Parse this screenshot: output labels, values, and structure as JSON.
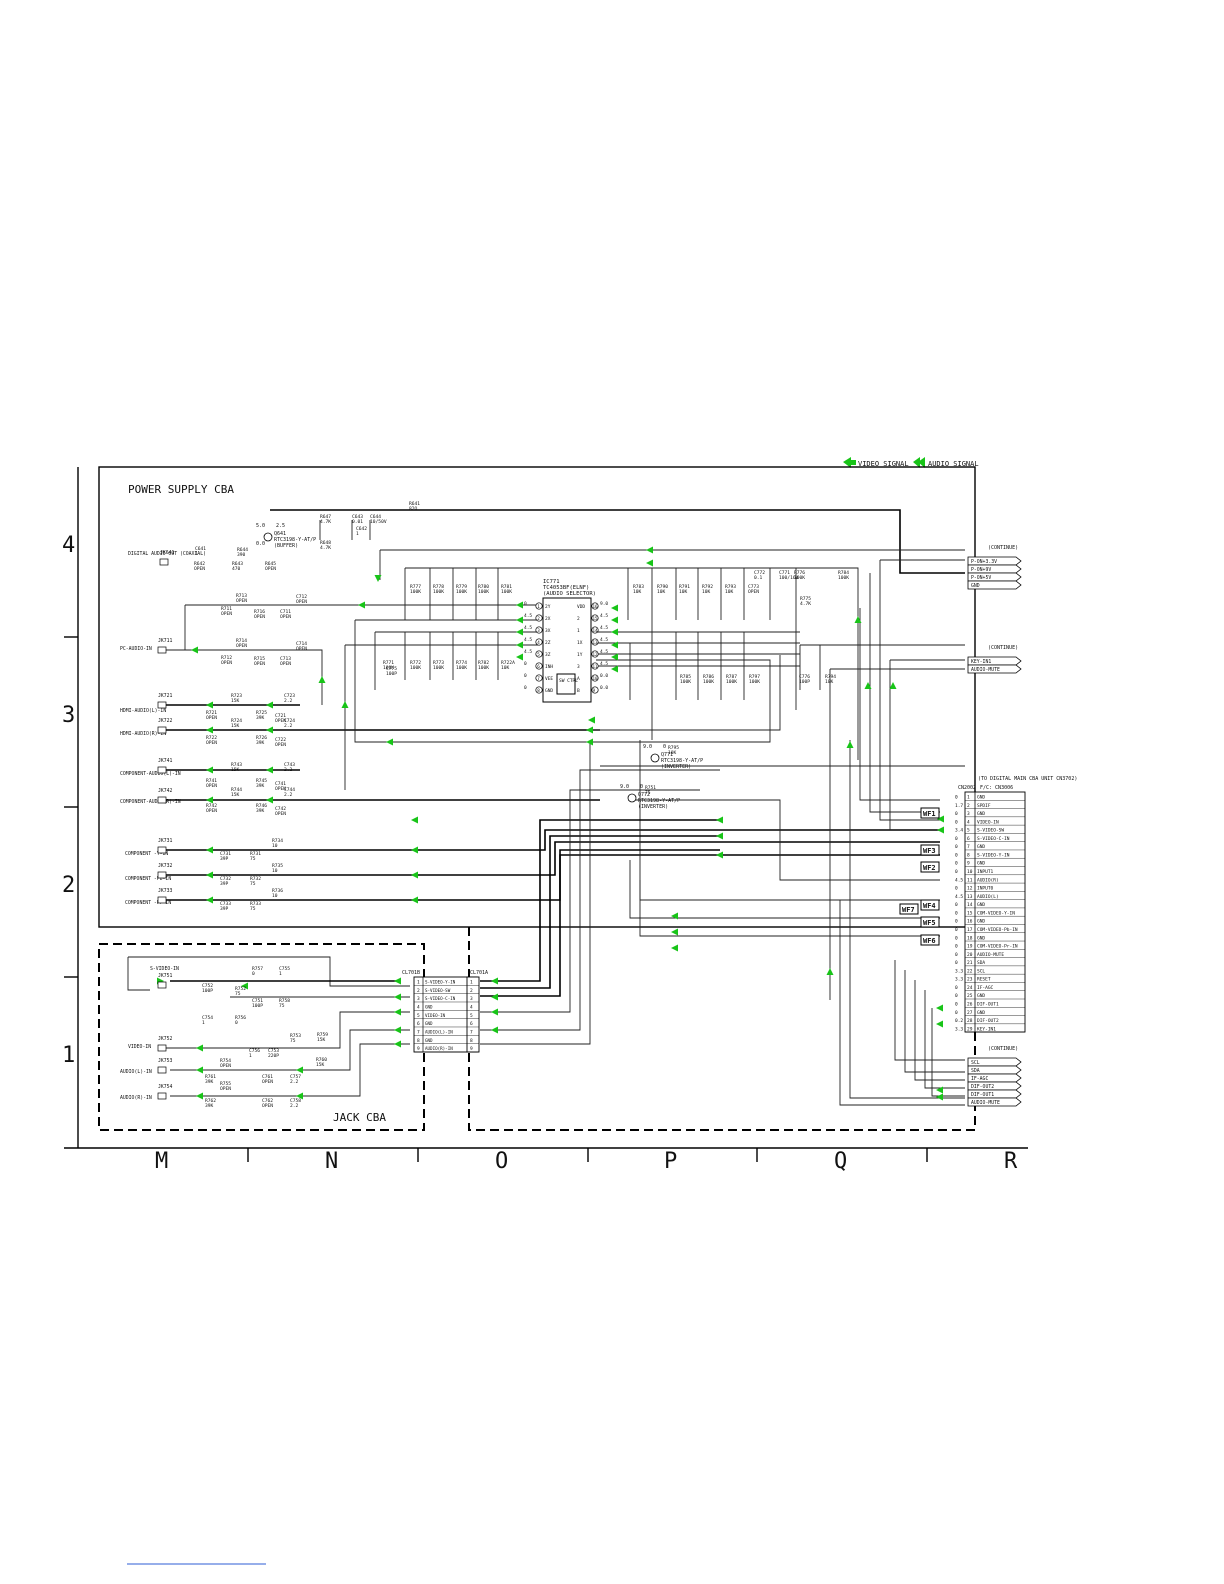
{
  "legend": {
    "video": "VIDEO SIGNAL",
    "audio": "AUDIO SIGNAL"
  },
  "sections": {
    "power_supply": "POWER SUPPLY CBA",
    "jack": "JACK CBA"
  },
  "grid": {
    "rows": [
      "4",
      "3",
      "2",
      "1"
    ],
    "columns": [
      "M",
      "N",
      "O",
      "P",
      "Q",
      "R"
    ]
  },
  "ics": {
    "ic771": {
      "ref": "IC771",
      "part": "TC4053BF(ELNF)",
      "function": "(AUDIO SELECTOR)"
    },
    "switch": "SW CTRL",
    "pins_left": [
      "2Y",
      "2X",
      "3X",
      "2Z",
      "3Z",
      "INH",
      "VEE",
      "GND"
    ],
    "pins_right": [
      "VDD",
      "2",
      "1",
      "1X",
      "1Y",
      "3",
      "A",
      "B"
    ],
    "left_nums": [
      "1",
      "2",
      "3",
      "4",
      "5",
      "6",
      "7",
      "8"
    ],
    "right_nums": [
      "16",
      "15",
      "14",
      "13",
      "12",
      "11",
      "10",
      "9"
    ],
    "left_volts": [
      "0",
      "4.5",
      "4.5",
      "4.5",
      "4.5",
      "0",
      "0",
      "0"
    ],
    "right_volts": [
      "9.0",
      "4.5",
      "4.5",
      "4.5",
      "4.5",
      "4.5",
      "0.0",
      "0.0"
    ]
  },
  "transistors": [
    {
      "ref": "Q641",
      "part": "RTC3198-Y-AT/P",
      "note": "(BUFFER)",
      "v1": "5.0",
      "v2": "2.5",
      "v3": "0.0"
    },
    {
      "ref": "Q771",
      "part": "RTC3198-Y-AT/P",
      "note": "(INVERTER)",
      "v1": "9.0",
      "v2": "0"
    },
    {
      "ref": "Q772",
      "part": "RTC3198-Y-AT/P",
      "note": "(INVERTER)",
      "v1": "9.0",
      "v2": "0"
    }
  ],
  "jacks": [
    {
      "ref": "JK641",
      "label": "DIGITAL AUDIO OUT (COAXIAL)"
    },
    {
      "ref": "JK711",
      "label": "PC-AUDIO-IN"
    },
    {
      "ref": "JK721",
      "label": "HDMI-AUDIO(L)-IN"
    },
    {
      "ref": "JK722",
      "label": "HDMI-AUDIO(R)-IN"
    },
    {
      "ref": "JK741",
      "label": "COMPONENT-AUDIO(L)-IN"
    },
    {
      "ref": "JK742",
      "label": "COMPONENT-AUDIO(R)-IN"
    },
    {
      "ref": "JK731",
      "label": "COMPONENT -Y-IN"
    },
    {
      "ref": "JK732",
      "label": "COMPONENT -Pb-IN"
    },
    {
      "ref": "JK733",
      "label": "COMPONENT -Pr-IN"
    },
    {
      "ref": "JK751",
      "label": "S-VIDEO-IN"
    },
    {
      "ref": "JK752",
      "label": "VIDEO-IN"
    },
    {
      "ref": "JK753",
      "label": "AUDIO(L)-IN"
    },
    {
      "ref": "JK754",
      "label": "AUDIO(R)-IN"
    }
  ],
  "power1": {
    "title": "(CONTINUE) POWER 1",
    "pins": [
      "P-ON+3.3V",
      "P-ON+9V",
      "P-ON+5V",
      "GND"
    ]
  },
  "power4": {
    "title": "(CONTINUE) POWER 4",
    "pins": [
      "KEY-IN1",
      "AUDIO-MUTE"
    ]
  },
  "power2": {
    "title": "(CONTINUE) POWER 2",
    "pins": [
      "SCL",
      "SDA",
      "IF-AGC",
      "DIF-OUT2",
      "DIF-OUT1",
      "AUDIO-MUTE"
    ]
  },
  "cn_main": {
    "title": "(TO DIGITAL MAIN CBA UNIT CN3702)",
    "ref": "CN2002",
    "sub": "F/C: CN3006",
    "pins": [
      {
        "n": "1",
        "s": "GND",
        "v": "0"
      },
      {
        "n": "2",
        "s": "SPDIF",
        "v": "1.7"
      },
      {
        "n": "3",
        "s": "GND",
        "v": "0"
      },
      {
        "n": "4",
        "s": "VIDEO-IN",
        "v": "0"
      },
      {
        "n": "5",
        "s": "S-VIDEO-SW",
        "v": "3.4"
      },
      {
        "n": "6",
        "s": "S-VIDEO-C-IN",
        "v": "0"
      },
      {
        "n": "7",
        "s": "GND",
        "v": "0"
      },
      {
        "n": "8",
        "s": "S-VIDEO-Y-IN",
        "v": "0"
      },
      {
        "n": "9",
        "s": "GND",
        "v": "0"
      },
      {
        "n": "10",
        "s": "INPUT1",
        "v": "0"
      },
      {
        "n": "11",
        "s": "AUDIO(R)",
        "v": "4.5"
      },
      {
        "n": "12",
        "s": "INPUT0",
        "v": "0"
      },
      {
        "n": "13",
        "s": "AUDIO(L)",
        "v": "4.5"
      },
      {
        "n": "14",
        "s": "GND",
        "v": "0"
      },
      {
        "n": "15",
        "s": "COM-VIDEO-Y-IN",
        "v": "0"
      },
      {
        "n": "16",
        "s": "GND",
        "v": "0"
      },
      {
        "n": "17",
        "s": "COM-VIDEO-Pb-IN",
        "v": "0"
      },
      {
        "n": "18",
        "s": "GND",
        "v": "0"
      },
      {
        "n": "19",
        "s": "COM-VIDEO-Pr-IN",
        "v": "0"
      },
      {
        "n": "20",
        "s": "AUDIO-MUTE",
        "v": "0"
      },
      {
        "n": "21",
        "s": "SDA",
        "v": "0"
      },
      {
        "n": "22",
        "s": "SCL",
        "v": "3.3"
      },
      {
        "n": "23",
        "s": "RESET",
        "v": "3.3"
      },
      {
        "n": "24",
        "s": "IF-AGC",
        "v": "0"
      },
      {
        "n": "25",
        "s": "GND",
        "v": "0"
      },
      {
        "n": "26",
        "s": "DIF-OUT1",
        "v": "0"
      },
      {
        "n": "27",
        "s": "GND",
        "v": "0"
      },
      {
        "n": "28",
        "s": "DIF-OUT2",
        "v": "0.2"
      },
      {
        "n": "29",
        "s": "KEY-IN1",
        "v": "3.3"
      }
    ]
  },
  "cl701b": {
    "ref": "CL701B",
    "pins": [
      {
        "n": "1",
        "s": "S-VIDEO-Y-IN"
      },
      {
        "n": "2",
        "s": "S-VIDEO-SW"
      },
      {
        "n": "3",
        "s": "S-VIDEO-C-IN"
      },
      {
        "n": "4",
        "s": "GND"
      },
      {
        "n": "5",
        "s": "VIDEO-IN"
      },
      {
        "n": "6",
        "s": "GND"
      },
      {
        "n": "7",
        "s": "AUDIO(L)-IN"
      },
      {
        "n": "8",
        "s": "GND"
      },
      {
        "n": "9",
        "s": "AUDIO(R)-IN"
      }
    ]
  },
  "cl701a": {
    "ref": "CL701A",
    "pins": [
      "1",
      "2",
      "3",
      "4",
      "5",
      "6",
      "7",
      "8",
      "9"
    ]
  },
  "wf_tags": [
    "WF1",
    "WF3",
    "WF2",
    "WF7",
    "WF4",
    "WF5",
    "WF6"
  ],
  "components": [
    {
      "t": "R641",
      "v": "82Ω"
    },
    {
      "t": "R647",
      "v": "4.7K"
    },
    {
      "t": "C643",
      "v": "0.01"
    },
    {
      "t": "C644",
      "v": "10/50V"
    },
    {
      "t": "R648",
      "v": "4.7K"
    },
    {
      "t": "C642",
      "v": "1"
    },
    {
      "t": "C641",
      "v": "1"
    },
    {
      "t": "R644",
      "v": "390"
    },
    {
      "t": "R642",
      "v": "OPEN"
    },
    {
      "t": "R643",
      "v": "470"
    },
    {
      "t": "R645",
      "v": "OPEN"
    },
    {
      "t": "R713",
      "v": "OPEN"
    },
    {
      "t": "R711",
      "v": "OPEN"
    },
    {
      "t": "R716",
      "v": "OPEN"
    },
    {
      "t": "C711",
      "v": "OPEN"
    },
    {
      "t": "C712",
      "v": "OPEN"
    },
    {
      "t": "R714",
      "v": "OPEN"
    },
    {
      "t": "R712",
      "v": "OPEN"
    },
    {
      "t": "R715",
      "v": "OPEN"
    },
    {
      "t": "C713",
      "v": "OPEN"
    },
    {
      "t": "C714",
      "v": "OPEN"
    },
    {
      "t": "R723",
      "v": "15K"
    },
    {
      "t": "C723",
      "v": "2.2"
    },
    {
      "t": "R721",
      "v": "OPEN"
    },
    {
      "t": "R725",
      "v": "39K"
    },
    {
      "t": "C721",
      "v": "OPEN"
    },
    {
      "t": "R724",
      "v": "15K"
    },
    {
      "t": "C724",
      "v": "2.2"
    },
    {
      "t": "R722",
      "v": "OPEN"
    },
    {
      "t": "R726",
      "v": "39K"
    },
    {
      "t": "C722",
      "v": "OPEN"
    },
    {
      "t": "R743",
      "v": "15K"
    },
    {
      "t": "C743",
      "v": "2.2"
    },
    {
      "t": "R741",
      "v": "OPEN"
    },
    {
      "t": "R745",
      "v": "39K"
    },
    {
      "t": "C741",
      "v": "OPEN"
    },
    {
      "t": "R744",
      "v": "15K"
    },
    {
      "t": "C744",
      "v": "2.2"
    },
    {
      "t": "R742",
      "v": "OPEN"
    },
    {
      "t": "R746",
      "v": "39K"
    },
    {
      "t": "C742",
      "v": "OPEN"
    },
    {
      "t": "R734",
      "v": "10"
    },
    {
      "t": "C731",
      "v": "39P"
    },
    {
      "t": "R731",
      "v": "75"
    },
    {
      "t": "R735",
      "v": "10"
    },
    {
      "t": "C732",
      "v": "39P"
    },
    {
      "t": "R732",
      "v": "75"
    },
    {
      "t": "R736",
      "v": "10"
    },
    {
      "t": "C733",
      "v": "39P"
    },
    {
      "t": "R733",
      "v": "75"
    },
    {
      "t": "R777",
      "v": "100K"
    },
    {
      "t": "R778",
      "v": "100K"
    },
    {
      "t": "R779",
      "v": "100K"
    },
    {
      "t": "R780",
      "v": "100K"
    },
    {
      "t": "R781",
      "v": "100K"
    },
    {
      "t": "R771",
      "v": "100K"
    },
    {
      "t": "C775",
      "v": "100P"
    },
    {
      "t": "R772",
      "v": "100K"
    },
    {
      "t": "R773",
      "v": "100K"
    },
    {
      "t": "R774",
      "v": "100K"
    },
    {
      "t": "R782",
      "v": "100K"
    },
    {
      "t": "R722A",
      "v": "10K"
    },
    {
      "t": "R783",
      "v": "10K"
    },
    {
      "t": "R790",
      "v": "10K"
    },
    {
      "t": "R791",
      "v": "10K"
    },
    {
      "t": "R792",
      "v": "10K"
    },
    {
      "t": "R793",
      "v": "10K"
    },
    {
      "t": "C773",
      "v": "OPEN"
    },
    {
      "t": "C772",
      "v": "0.1"
    },
    {
      "t": "C771",
      "v": "100/16V"
    },
    {
      "t": "R776",
      "v": "100K"
    },
    {
      "t": "R775",
      "v": "4.7K"
    },
    {
      "t": "R784",
      "v": "100K"
    },
    {
      "t": "R785",
      "v": "100K"
    },
    {
      "t": "R786",
      "v": "100K"
    },
    {
      "t": "R787",
      "v": "100K"
    },
    {
      "t": "R797",
      "v": "100K"
    },
    {
      "t": "C776",
      "v": "100P"
    },
    {
      "t": "R794",
      "v": "10K"
    },
    {
      "t": "R795",
      "v": "10K"
    },
    {
      "t": "R751",
      "v": "75"
    },
    {
      "t": "R752",
      "v": "75"
    },
    {
      "t": "R756",
      "v": "0"
    },
    {
      "t": "R757",
      "v": "0"
    },
    {
      "t": "C751",
      "v": "100P"
    },
    {
      "t": "C752",
      "v": "100P"
    },
    {
      "t": "C754",
      "v": "1"
    },
    {
      "t": "C755",
      "v": "1"
    },
    {
      "t": "R758",
      "v": "75"
    },
    {
      "t": "R753",
      "v": "75"
    },
    {
      "t": "C753",
      "v": "220P"
    },
    {
      "t": "C756",
      "v": "1"
    },
    {
      "t": "R759",
      "v": "15K"
    },
    {
      "t": "R754",
      "v": "OPEN"
    },
    {
      "t": "R761",
      "v": "39K"
    },
    {
      "t": "C761",
      "v": "OPEN"
    },
    {
      "t": "C757",
      "v": "2.2"
    },
    {
      "t": "R760",
      "v": "15K"
    },
    {
      "t": "R755",
      "v": "OPEN"
    },
    {
      "t": "R762",
      "v": "39K"
    },
    {
      "t": "C762",
      "v": "OPEN"
    },
    {
      "t": "C758",
      "v": "2.2"
    }
  ]
}
